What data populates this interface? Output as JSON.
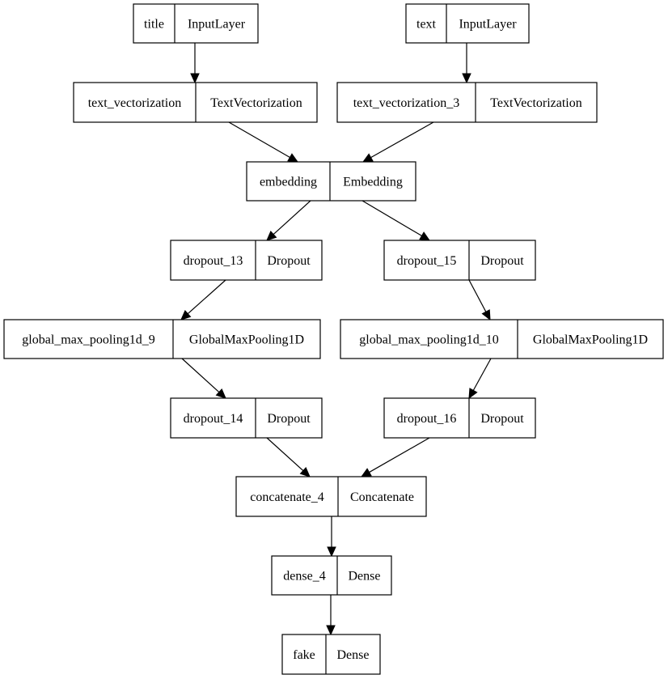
{
  "nodes": [
    {
      "id": "title",
      "name": "title",
      "type": "InputLayer"
    },
    {
      "id": "text",
      "name": "text",
      "type": "InputLayer"
    },
    {
      "id": "tv",
      "name": "text_vectorization",
      "type": "TextVectorization"
    },
    {
      "id": "tv3",
      "name": "text_vectorization_3",
      "type": "TextVectorization"
    },
    {
      "id": "emb",
      "name": "embedding",
      "type": "Embedding"
    },
    {
      "id": "do13",
      "name": "dropout_13",
      "type": "Dropout"
    },
    {
      "id": "do15",
      "name": "dropout_15",
      "type": "Dropout"
    },
    {
      "id": "gmp9",
      "name": "global_max_pooling1d_9",
      "type": "GlobalMaxPooling1D"
    },
    {
      "id": "gmp10",
      "name": "global_max_pooling1d_10",
      "type": "GlobalMaxPooling1D"
    },
    {
      "id": "do14",
      "name": "dropout_14",
      "type": "Dropout"
    },
    {
      "id": "do16",
      "name": "dropout_16",
      "type": "Dropout"
    },
    {
      "id": "cat4",
      "name": "concatenate_4",
      "type": "Concatenate"
    },
    {
      "id": "dense4",
      "name": "dense_4",
      "type": "Dense"
    },
    {
      "id": "fake",
      "name": "fake",
      "type": "Dense"
    }
  ],
  "edges": [
    {
      "from": "title",
      "to": "tv"
    },
    {
      "from": "text",
      "to": "tv3"
    },
    {
      "from": "tv",
      "to": "emb"
    },
    {
      "from": "tv3",
      "to": "emb"
    },
    {
      "from": "emb",
      "to": "do13"
    },
    {
      "from": "emb",
      "to": "do15"
    },
    {
      "from": "do13",
      "to": "gmp9"
    },
    {
      "from": "do15",
      "to": "gmp10"
    },
    {
      "from": "gmp9",
      "to": "do14"
    },
    {
      "from": "gmp10",
      "to": "do16"
    },
    {
      "from": "do14",
      "to": "cat4"
    },
    {
      "from": "do16",
      "to": "cat4"
    },
    {
      "from": "cat4",
      "to": "dense4"
    },
    {
      "from": "dense4",
      "to": "fake"
    }
  ]
}
